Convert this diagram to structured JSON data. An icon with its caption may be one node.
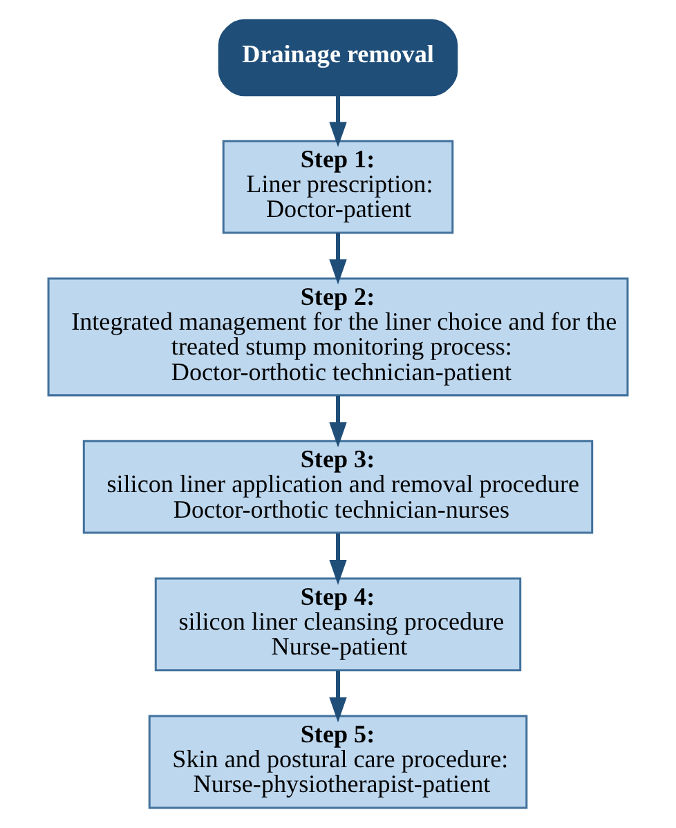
{
  "diagram": {
    "nodes": [
      {
        "text": [
          "Drainage removal"
        ]
      },
      {
        "text": [
          "Step 1:",
          "Liner prescription:",
          "Doctor-patient"
        ]
      },
      {
        "text": [
          "Step 2:",
          "Integrated management for the liner choice and for the treated stump monitoring process:",
          "Doctor-orthotic technician-patient"
        ]
      },
      {
        "text": [
          "Step 3:",
          "silicon liner application and removal procedure",
          "Doctor-orthotic technician-nurses"
        ]
      },
      {
        "text": [
          "Step 4:",
          "silicon liner cleansing procedure",
          "Nurse-patient"
        ]
      },
      {
        "text": [
          "Step 5:",
          "Skin and postural care procedure:",
          "Nurse-physiotherapist-patient"
        ]
      }
    ],
    "edges": [
      {
        "from": 0,
        "to": 1,
        "arrow": "to"
      },
      {
        "from": 1,
        "to": 2,
        "arrow": "to"
      },
      {
        "from": 2,
        "to": 3,
        "arrow": "to"
      },
      {
        "from": 3,
        "to": 4,
        "arrow": "to"
      },
      {
        "from": 4,
        "to": 5,
        "arrow": "to"
      }
    ]
  }
}
